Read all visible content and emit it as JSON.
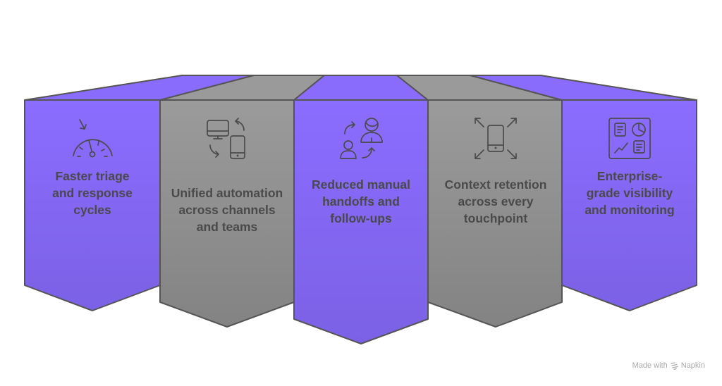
{
  "colors": {
    "purple": "#8a6cfd",
    "purple_dark": "#7c62e6",
    "gray": "#9b9b9b",
    "gray_dark": "#848484",
    "outline": "#555555",
    "text": "#4a4a4a"
  },
  "panels": [
    {
      "id": "faster-triage",
      "color": "purple",
      "icon": "gauge-icon",
      "lines": [
        "Faster triage",
        "and response",
        "cycles"
      ]
    },
    {
      "id": "unified-automation",
      "color": "gray",
      "icon": "device-sync-icon",
      "lines": [
        "Unified automation",
        "across channels",
        "and teams"
      ]
    },
    {
      "id": "reduced-handoffs",
      "color": "purple",
      "icon": "handoff-icon",
      "lines": [
        "Reduced manual",
        "handoffs and",
        "follow-ups"
      ]
    },
    {
      "id": "context-retention",
      "color": "gray",
      "icon": "expand-phone-icon",
      "lines": [
        "Context retention",
        "across every",
        "touchpoint"
      ]
    },
    {
      "id": "enterprise-visibility",
      "color": "purple",
      "icon": "dashboard-icon",
      "lines": [
        "Enterprise-",
        "grade visibility",
        "and monitoring"
      ]
    }
  ],
  "footer": {
    "made_with": "Made with",
    "brand": "Napkin",
    "brand_icon": "napkin-logo-icon"
  }
}
